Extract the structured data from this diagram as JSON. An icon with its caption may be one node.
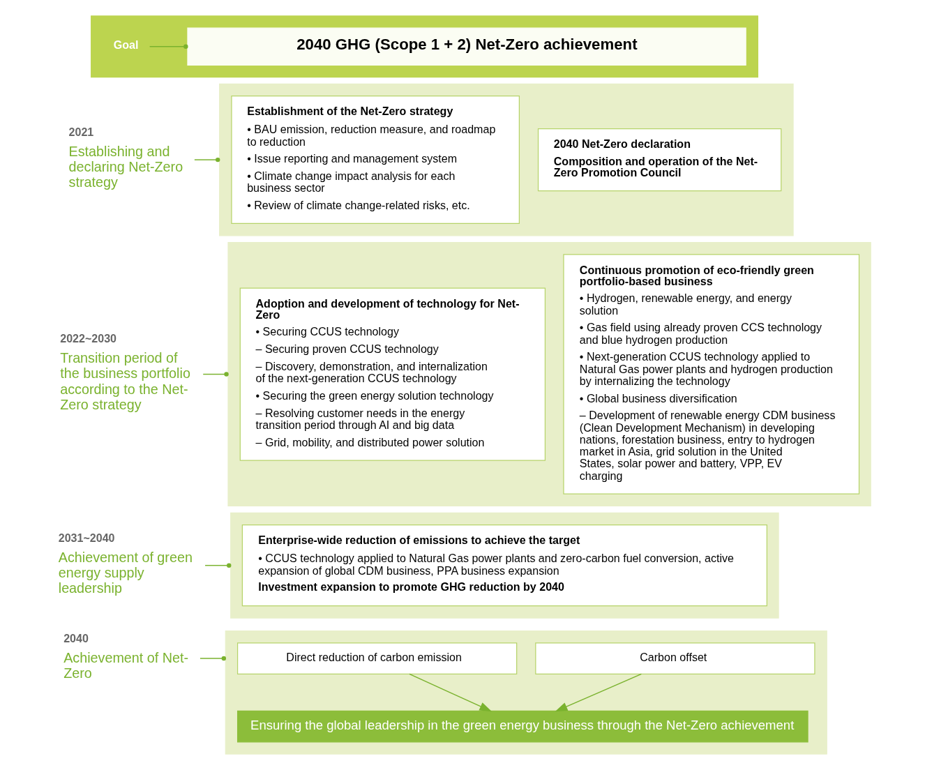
{
  "diagram": {
    "nodes": [
      {
        "text": [],
        "shape": "box"
      },
      {
        "text": [
          "Goal"
        ],
        "in": 0
      },
      {
        "text": [
          "2040 GHG (Scope 1 + 2) Net-Zero achievement"
        ],
        "in": 0
      },
      {
        "text": [
          "2021",
          "Establishing and declaring Net-Zero strategy"
        ]
      },
      {
        "text": [],
        "shape": "box"
      },
      {
        "text": [
          "Establishment of the Net-Zero strategy",
          "• BAU emission, reduction measure, and roadmap to reduction",
          "• Issue reporting and management system",
          "• Climate change impact analysis for each business sector",
          "• Review of climate change-related risks, etc."
        ],
        "in": 4
      },
      {
        "text": [
          "2040 Net-Zero declaration",
          "Composition and operation of the Net-Zero Promotion Council"
        ],
        "in": 4
      },
      {
        "text": [
          "2022~2030",
          "Transition period of the business portfolio according to the Net-Zero strategy"
        ]
      },
      {
        "text": [],
        "shape": "box"
      },
      {
        "text": [
          "Adoption and development of technology for Net-Zero",
          "• Securing CCUS technology",
          "– Securing proven CCUS technology",
          "– Discovery, demonstration, and internalization of the next-generation CCUS technology",
          "• Securing the green energy solution technology",
          "– Resolving customer needs in the energy transition period through AI and big data",
          "– Grid, mobility, and distributed power solution"
        ],
        "in": 8
      },
      {
        "text": [
          "Continuous promotion of eco-friendly green portfolio-based business",
          "• Hydrogen, renewable energy, and energy solution",
          "• Gas field using already proven CCS technology and blue hydrogen production",
          "• Next-generation CCUS technology applied to Natural Gas power plants and hydrogen production by internalizing the technology",
          "• Global business diversification",
          "– Development of renewable energy CDM business (Clean Development Mechanism) in developing nations, forestation business, entry to hydrogen market in Asia, grid solution in the United States, solar power and battery, VPP, EV charging"
        ],
        "in": 8
      },
      {
        "text": [
          "2031~2040",
          "Achievement of green energy supply leadership"
        ]
      },
      {
        "text": [],
        "shape": "box"
      },
      {
        "text": [
          "Enterprise-wide reduction of emissions to achieve the target",
          "• CCUS technology applied to Natural Gas power plants and zero-carbon fuel conversion, active expansion of global CDM business, PPA business expansion",
          "Investment expansion to promote GHG reduction by 2040"
        ],
        "in": 12
      },
      {
        "text": [
          "2040",
          "Achievement of Net-Zero"
        ]
      },
      {
        "text": [],
        "shape": "box"
      },
      {
        "text": [
          "Direct reduction of carbon emission"
        ],
        "in": 15
      },
      {
        "text": [
          "Carbon offset"
        ],
        "in": 15
      },
      {
        "text": [
          "Ensuring the global leadership in the green energy business through the Net-Zero achievement"
        ],
        "in": 15
      }
    ],
    "edges": [
      {
        "from": 1,
        "to": 2,
        "arrow": "other"
      },
      {
        "from": 3,
        "to": 4,
        "arrow": "other"
      },
      {
        "from": 7,
        "to": 8,
        "arrow": "other"
      },
      {
        "from": 11,
        "to": 12,
        "arrow": "other"
      },
      {
        "from": 14,
        "to": 15,
        "arrow": "other"
      },
      {
        "from": 16,
        "to": 18,
        "arrow": "to"
      },
      {
        "from": 17,
        "to": 18,
        "arrow": "to"
      }
    ]
  }
}
